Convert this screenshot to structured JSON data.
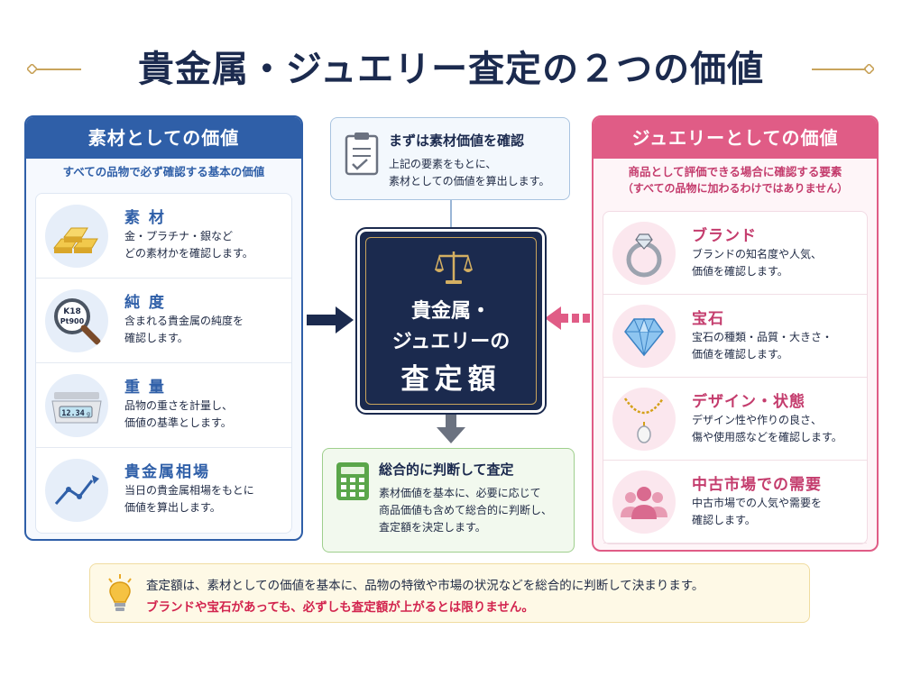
{
  "title": "貴金属・ジュエリー査定の２つの価値",
  "colors": {
    "navy": "#1b2a4e",
    "blue": "#2f5fa8",
    "pink": "#e05c86",
    "gold": "#c9a45c",
    "green": "#5aa64a",
    "red": "#d2244e"
  },
  "left_panel": {
    "heading": "素材としての価値",
    "subheading": "すべての品物で必ず確認する基本の価値",
    "items": [
      {
        "icon": "gold-bars-icon",
        "title": "素 材",
        "desc_line1": "金・プラチナ・銀など",
        "desc_line2": "どの素材かを確認します。"
      },
      {
        "icon": "magnifier-icon",
        "icon_text1": "K18",
        "icon_text2": "Pt900",
        "title": "純 度",
        "desc_line1": "含まれる貴金属の純度を",
        "desc_line2": "確認します。"
      },
      {
        "icon": "scale-icon",
        "icon_text1": "12.34",
        "icon_text2": "g",
        "title": "重 量",
        "desc_line1": "品物の重さを計量し、",
        "desc_line2": "価値の基準とします。"
      },
      {
        "icon": "line-chart-icon",
        "title": "貴金属相場",
        "desc_line1": "当日の貴金属相場をもとに",
        "desc_line2": "価値を算出します。"
      }
    ]
  },
  "right_panel": {
    "heading": "ジュエリーとしての価値",
    "subheading_line1": "商品として評価できる場合に確認する要素",
    "subheading_line2": "（すべての品物に加わるわけではありません）",
    "items": [
      {
        "icon": "ring-icon",
        "title": "ブランド",
        "desc_line1": "ブランドの知名度や人気、",
        "desc_line2": "価値を確認します。"
      },
      {
        "icon": "gemstone-icon",
        "title": "宝石",
        "desc_line1": "宝石の種類・品質・大きさ・",
        "desc_line2": "価値を確認します。"
      },
      {
        "icon": "necklace-icon",
        "title": "デザイン・状態",
        "desc_line1": "デザイン性や作りの良さ、",
        "desc_line2": "傷や使用感などを確認します。"
      },
      {
        "icon": "people-icon",
        "title": "中古市場での需要",
        "desc_line1": "中古市場での人気や需要を",
        "desc_line2": "確認します。"
      }
    ]
  },
  "top_box": {
    "icon": "clipboard-icon",
    "title": "まずは素材価値を確認",
    "desc_line1": "上記の要素をもとに、",
    "desc_line2": "素材としての価値を算出します。"
  },
  "center": {
    "icon": "balance-scale-icon",
    "line1": "貴金属・",
    "line2": "ジュエリーの",
    "line3": "査定額"
  },
  "bottom_box": {
    "icon": "calculator-icon",
    "title": "総合的に判断して査定",
    "desc_line1": "素材価値を基本に、必要に応じて",
    "desc_line2": "商品価値も含めて総合的に判断し、",
    "desc_line3": "査定額を決定します。"
  },
  "note": {
    "icon": "lightbulb-icon",
    "line1": "査定額は、素材としての価値を基本に、品物の特徴や市場の状況などを総合的に判断して決まります。",
    "line2": "ブランドや宝石があっても、必ずしも査定額が上がるとは限りません。"
  }
}
